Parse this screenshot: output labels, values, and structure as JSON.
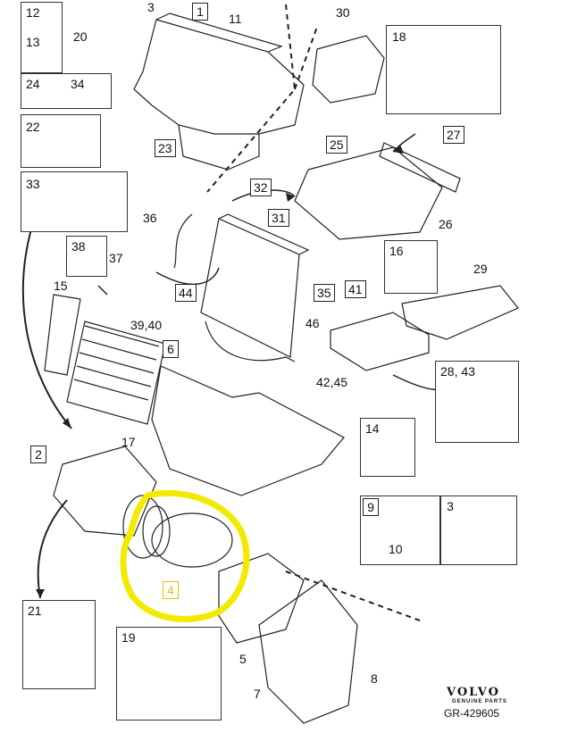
{
  "diagram": {
    "brand": "VOLVO",
    "brand_sub": "GENUINE PARTS",
    "reference": "GR-429605",
    "highlight_color": "#f2ea00",
    "highlighted_part": "4",
    "boxed_labels": {
      "b1": "1",
      "b12": "12",
      "b13": "13",
      "b24": "24",
      "b34": "34",
      "b22": "22",
      "b33": "33",
      "b23": "23",
      "b32": "32",
      "b31": "31",
      "b25": "25",
      "b27": "27",
      "b18": "18",
      "b38": "38",
      "b44": "44",
      "b35": "35",
      "b41": "41",
      "b16": "16",
      "b6": "6",
      "b2": "2",
      "b14": "14",
      "b28": "28, 43",
      "b9": "9",
      "b3": "3",
      "b21": "21",
      "b19": "19",
      "b4": "4"
    },
    "plain_labels": {
      "p3": "3",
      "p20": "20",
      "p11": "11",
      "p30": "30",
      "p36": "36",
      "p37": "37",
      "p15": "15",
      "p3940": "39,40",
      "p29": "29",
      "p26": "26",
      "p46": "46",
      "p4245": "42,45",
      "p17": "17",
      "p10": "10",
      "p5": "5",
      "p8": "8",
      "p7": "7"
    }
  }
}
